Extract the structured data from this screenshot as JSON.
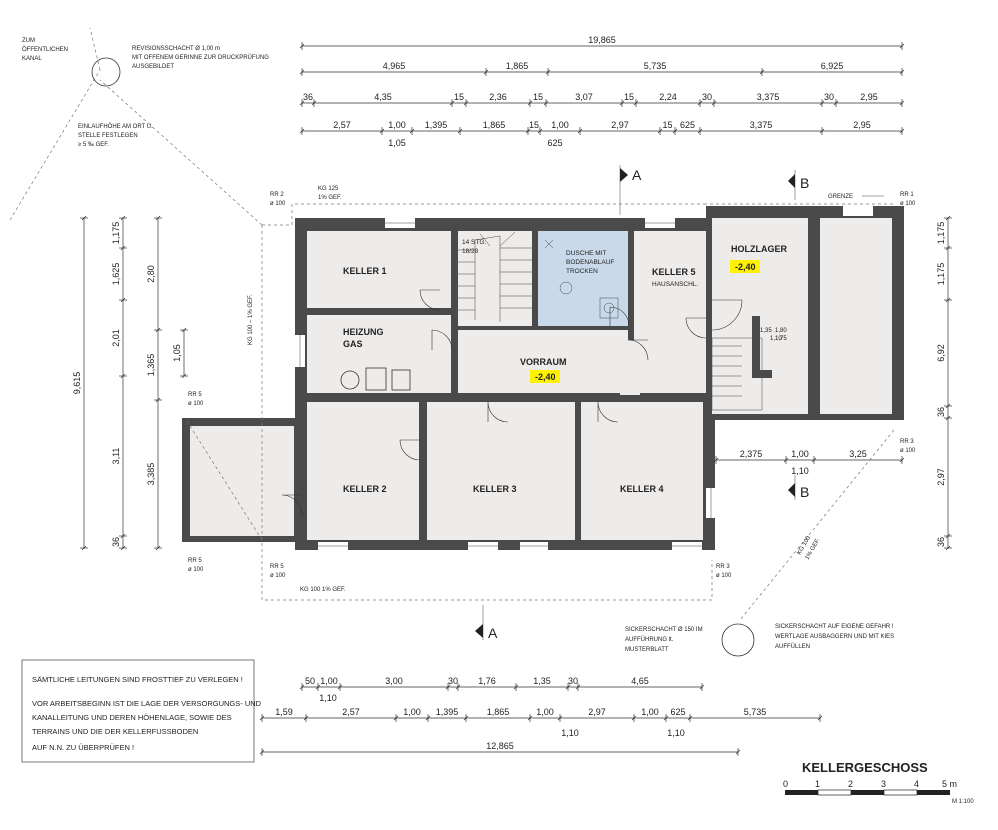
{
  "title": "KELLERGESCHOSS",
  "scale": {
    "ticks": [
      "0",
      "1",
      "2",
      "3",
      "4",
      "5 m"
    ],
    "ratio": "M 1:100"
  },
  "colors": {
    "wall": "#4a4a4a",
    "floor": "#eeecea",
    "shower": "#c9d9ea",
    "level_marker": "#fff200"
  },
  "rooms": {
    "keller1": "KELLER 1",
    "heizung": "HEIZUNG",
    "heizung2": "GAS",
    "stairs1": "14 STG.",
    "stairs2": "18/28",
    "dusche1": "DUSCHE MIT",
    "dusche2": "BODENABLAUF",
    "dusche3": "TROCKEN",
    "keller5a": "KELLER 5",
    "keller5b": "HAUSANSCHL.",
    "holzlager": "HOLZLAGER",
    "vorraum": "VORRAUM",
    "keller2": "KELLER 2",
    "keller3": "KELLER 3",
    "keller4": "KELLER 4"
  },
  "levels": {
    "holzlager": "-2,40",
    "vorraum": "-2,40"
  },
  "sections": {
    "a": "A",
    "b": "B"
  },
  "annotations": {
    "kanal1": "ZUM",
    "kanal2": "ÖFFENTLICHEN",
    "kanal3": "KANAL",
    "rev1": "REVISIONSSCHACHT Ø 1,00 m",
    "rev2": "MIT OFFENEM GERINNE ZUR DRUCKPRÜFUNG",
    "rev3": "AUSGEBILDET",
    "ein1": "EINLAUFHÖHE AM ORT U.",
    "ein2": "STELLE FESTLEGEN",
    "ein3": "≥ 5 ‰ GEF.",
    "rr2a": "RR 2",
    "rr2b": "ø 100",
    "kg125a": "KG 125",
    "kg125b": "1% GEF.",
    "grenze": "GRENZE",
    "rr1a": "RR 1",
    "rr1b": "ø 100",
    "kgvert": "KG 100 – 1% GEF.",
    "rr5a": "RR 5",
    "rr5b": "ø 100",
    "rr5c": "RR 5",
    "rr5d": "ø 100",
    "rr5e": "RR 5",
    "rr5f": "ø 100",
    "rr3a": "RR 3",
    "rr3b": "ø 100",
    "rr3c": "RR 3",
    "rr3d": "ø 100",
    "kgbottom": "KG 100 1% GEF.",
    "kgdiag": "KG 100",
    "kgdiag2": "1% GEF.",
    "sick1": "SICKERSCHACHT Ø 150 IM",
    "sick2": "AUFFÜHRUNG lt.",
    "sick3": "MUSTERBLATT",
    "eig1": "SICKERSCHACHT AUF EIGENE GEFAHR !",
    "eig2": "WERTLAGE AUSBAGGERN UND MIT KIES",
    "eig3": "AUFFÜLLEN",
    "stairsdim1": "1,35",
    "stairsdim2": "1,80",
    "stairsdim3": "1,10",
    "stairsdim4": "1,75"
  },
  "notes": {
    "line1": "SÄMTLICHE LEITUNGEN SIND FROSTTIEF ZU VERLEGEN !",
    "line2": "VOR ARBEITSBEGINN IST DIE LAGE DER VERSORGUNGS- UND",
    "line3": "KANALLEITUNG UND DEREN HÖHENLAGE, SOWIE DES",
    "line4": "TERRAINS UND DIE DER KELLERFUSSBODEN",
    "line5": "AUF N.N. ZU ÜBERPRÜFEN !"
  },
  "dims": {
    "top_total": "19,865",
    "top_row2": [
      "4,965",
      "1,865",
      "5,735",
      "6,925"
    ],
    "top_row3": [
      "36",
      "4,35",
      "15",
      "2,36",
      "15",
      "3,07",
      "15",
      "2,24",
      "30",
      "3,375",
      "30",
      "2,95"
    ],
    "top_row4": [
      "2,57",
      "1,00",
      "1,395",
      "1,865",
      "15",
      "1,00",
      "2,97",
      "15",
      "625",
      "3,375",
      "2,95"
    ],
    "top_row4b": [
      "1,05",
      "625"
    ],
    "left_outer": [
      "1,175",
      "1,625",
      "2,01",
      "3,11",
      "36"
    ],
    "left_mid": [
      "2,80",
      "1,365",
      "3,385"
    ],
    "left_inner": [
      "1,05"
    ],
    "left_total": "9,615",
    "right_inner": [
      "1,175",
      "1,175",
      "36",
      "2,97",
      "36"
    ],
    "right_outer": [
      "6,92"
    ],
    "under_holz": [
      "2,375",
      "1,00",
      "3,25"
    ],
    "under_holz2": "1,10",
    "bottom_row1": [
      "50",
      "1,00",
      "3,00",
      "30",
      "1,76",
      "1,35",
      "30",
      "4,65"
    ],
    "bottom_row1b": "1,10",
    "bottom_row2": [
      "1,59",
      "2,57",
      "1,00",
      "1,395",
      "1,865",
      "1,00",
      "2,97",
      "1,00",
      "625",
      "5,735"
    ],
    "bottom_row2b": [
      "1,10",
      "1,10"
    ],
    "bottom_total": "12,865"
  }
}
